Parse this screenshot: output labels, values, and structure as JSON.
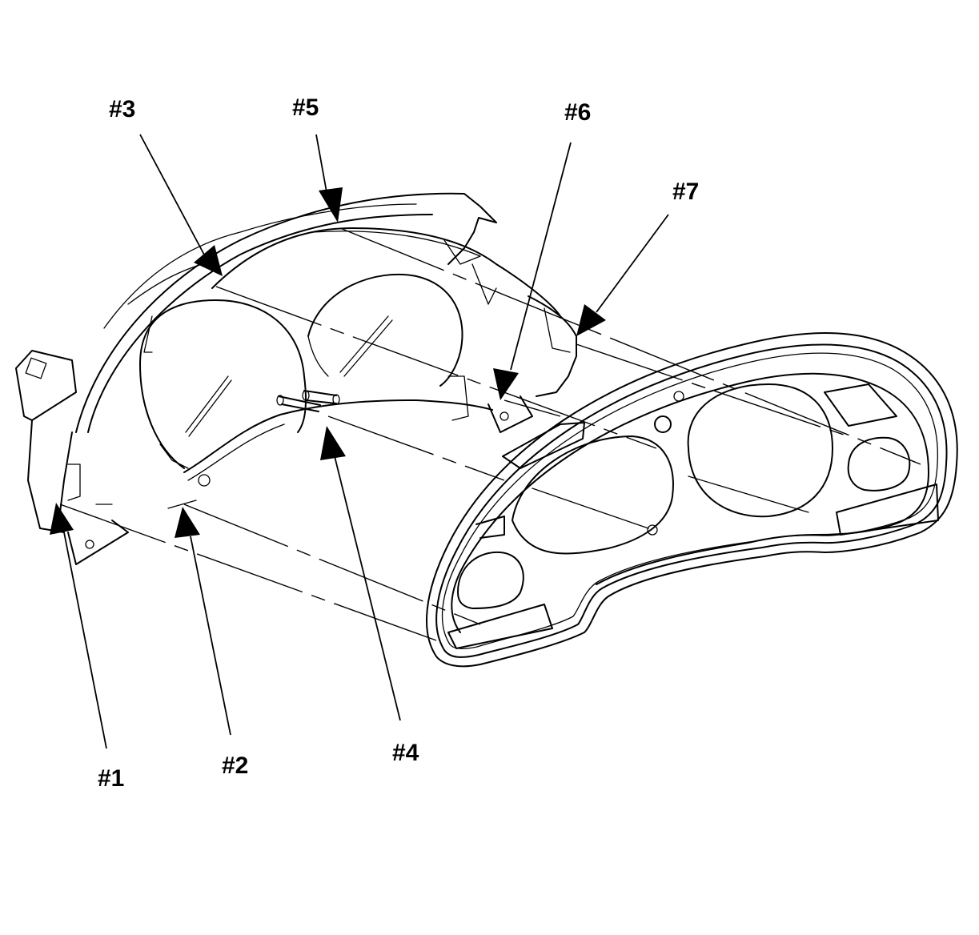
{
  "callouts": [
    {
      "id": "1",
      "label": "#1"
    },
    {
      "id": "2",
      "label": "#2"
    },
    {
      "id": "3",
      "label": "#3"
    },
    {
      "id": "4",
      "label": "#4"
    },
    {
      "id": "5",
      "label": "#5"
    },
    {
      "id": "6",
      "label": "#6"
    },
    {
      "id": "7",
      "label": "#7"
    }
  ],
  "icons": {
    "rear_housing": "instrument-cluster-rear-housing",
    "front_lens": "instrument-cluster-lens-bezel"
  }
}
